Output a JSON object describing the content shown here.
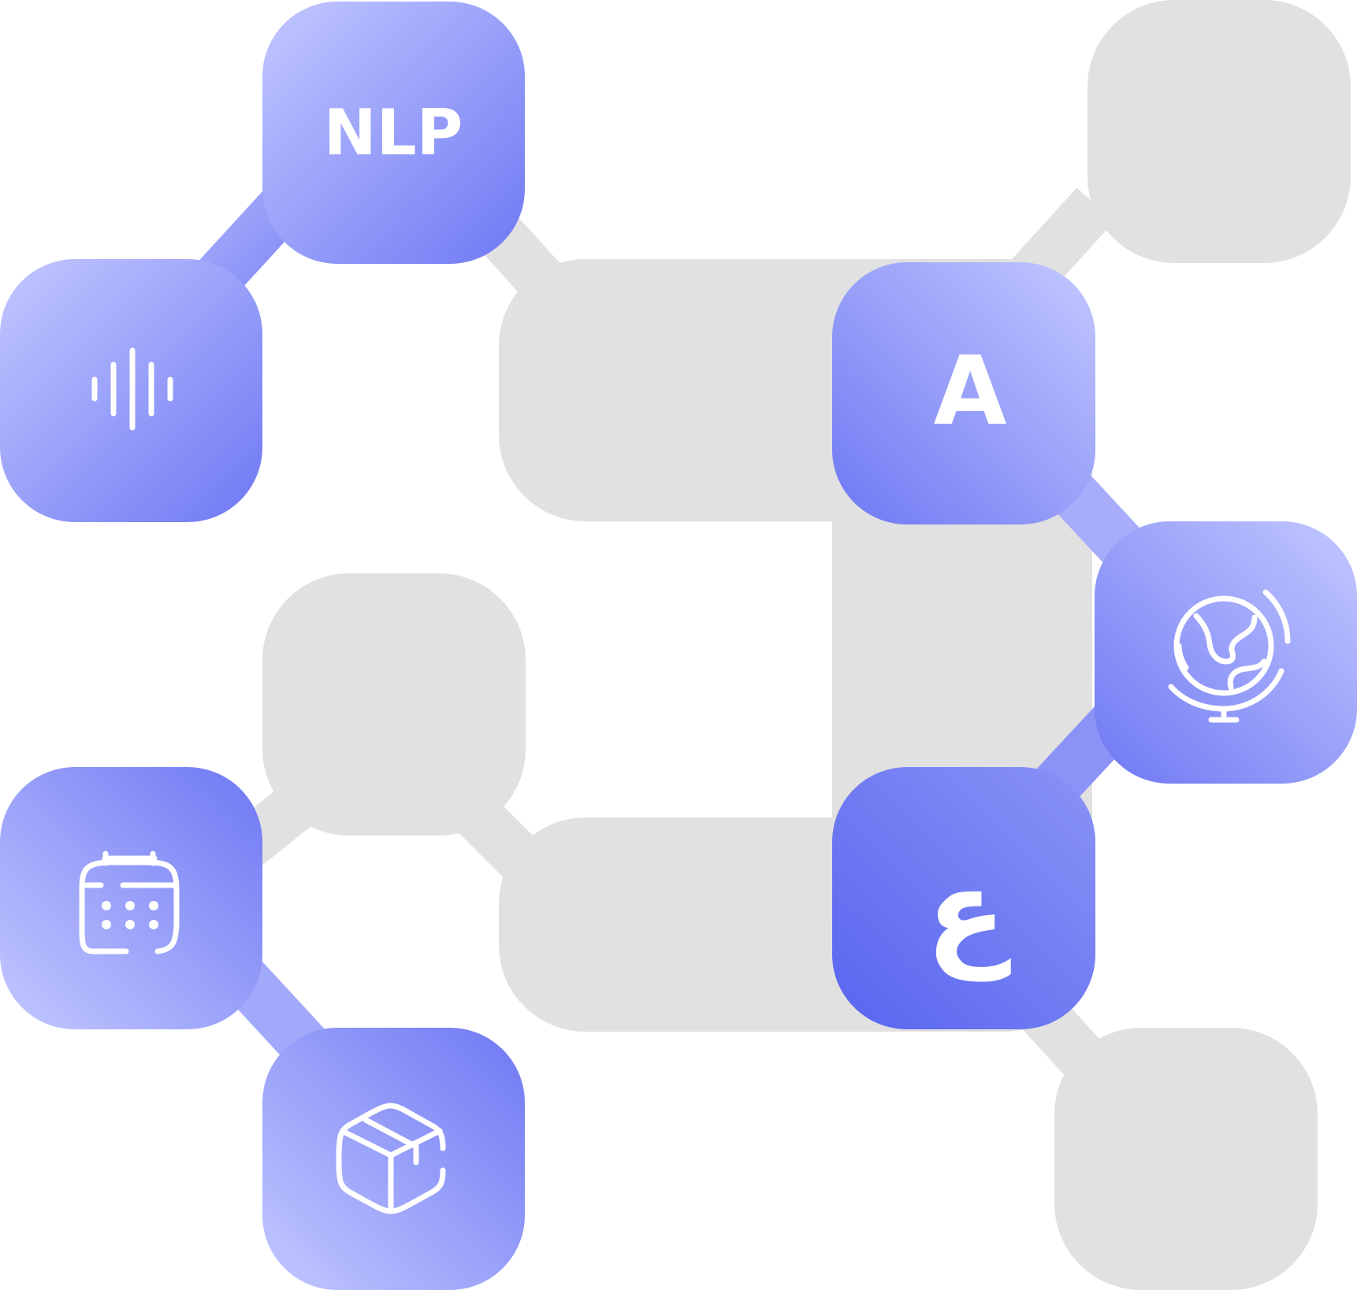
{
  "diagram": {
    "nodes": [
      {
        "id": "nlp",
        "kind": "text",
        "label": "NLP"
      },
      {
        "id": "audio",
        "kind": "icon",
        "icon": "audio-waveform-icon"
      },
      {
        "id": "letter-a",
        "kind": "text",
        "label": "A"
      },
      {
        "id": "globe",
        "kind": "icon",
        "icon": "globe-stand-icon"
      },
      {
        "id": "calendar",
        "kind": "icon",
        "icon": "calendar-icon"
      },
      {
        "id": "package",
        "kind": "icon",
        "icon": "package-box-icon"
      },
      {
        "id": "arabic-ain",
        "kind": "text",
        "label": "ع"
      }
    ],
    "colors": {
      "placeholder": "#e1e1e1",
      "gradient_light": "#c6cbff",
      "gradient_dark": "#5f6af1",
      "icon": "#ffffff"
    }
  }
}
